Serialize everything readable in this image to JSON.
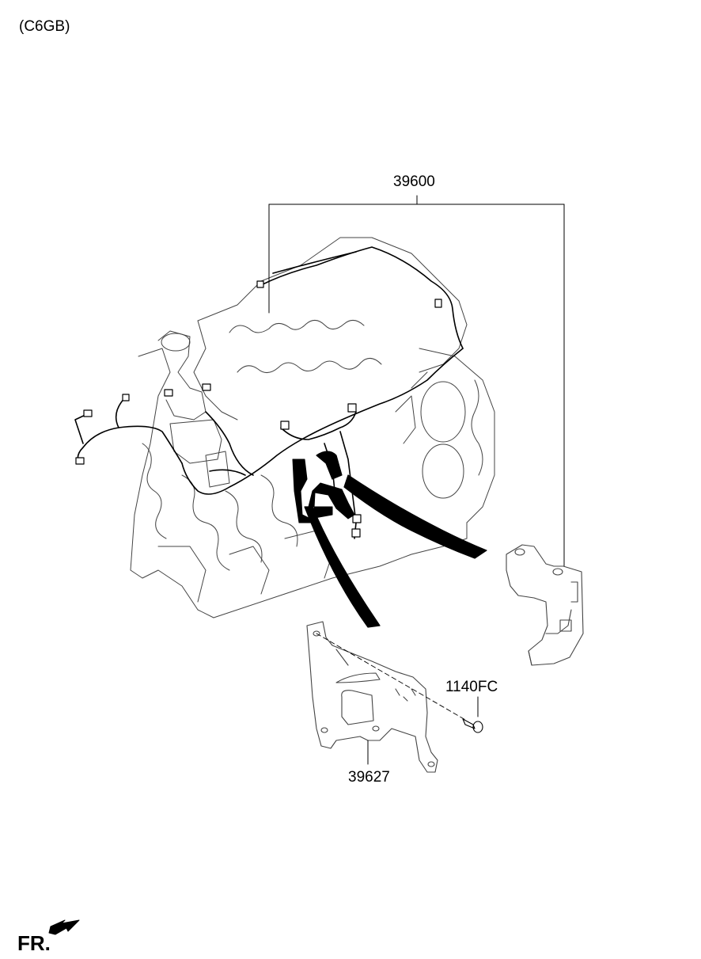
{
  "header": {
    "engine_code": "(C6GB)"
  },
  "callouts": {
    "harness": "39600",
    "bolt": "1140FC",
    "bracket": "39627"
  },
  "orientation": {
    "label": "FR."
  }
}
